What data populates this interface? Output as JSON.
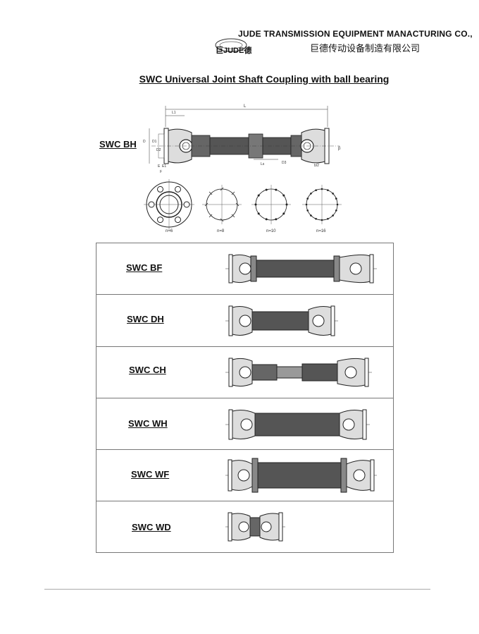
{
  "header": {
    "company_en": "JUDE TRANSMISSION EQUIPMENT MANACTURING CO.,",
    "company_cn": "巨德传动设备制造有限公司",
    "logo_text": "巨JUDE德",
    "logo_icon": "jude-logo-icon"
  },
  "title": "SWC Universal Joint Shaft Coupling with ball bearing",
  "main_diagram": {
    "label": "SWC BH",
    "dimension_labels": [
      "L",
      "L1",
      "Ls",
      "D",
      "D1",
      "D2",
      "D3",
      "E",
      "E1",
      "F",
      "b/2",
      "β"
    ],
    "flange_bolt_counts": [
      "n=6",
      "n=8",
      "n=10",
      "n=16"
    ]
  },
  "variants": [
    {
      "label": "SWC BF"
    },
    {
      "label": "SWC DH"
    },
    {
      "label": "SWC CH"
    },
    {
      "label": "SWC WH"
    },
    {
      "label": "SWC WF"
    },
    {
      "label": "SWC WD"
    }
  ],
  "colors": {
    "ink": "#111111",
    "shaft_fill": "#555555",
    "border": "#777777"
  }
}
